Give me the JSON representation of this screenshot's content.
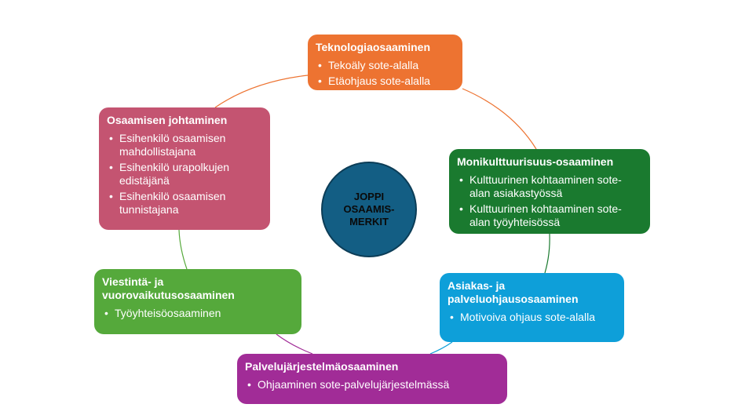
{
  "center": {
    "label": "JOPPI\nOSAAMIS-\nMERKIT"
  },
  "boxes": {
    "teknologia": {
      "title": "Teknologiaosaaminen",
      "items": [
        "Tekoäly sote-alalla",
        "Etäohjaus sote-alalla"
      ],
      "color": "#ed7331"
    },
    "monikulttuurisuus": {
      "title": "Monikulttuurisuus-osaaminen",
      "items": [
        "Kulttuurinen kohtaaminen sote-alan asiakastyössä",
        "Kulttuurinen kohtaaminen sote-alan työyhteisössä"
      ],
      "color": "#1a7a2f"
    },
    "asiakas": {
      "title": "Asiakas- ja palveluohjausosaaminen",
      "items": [
        "Motivoiva ohjaus sote-alalla"
      ],
      "color": "#0e9fd9"
    },
    "palvelu": {
      "title": "Palvelujärjestelmäosaaminen",
      "items": [
        "Ohjaaminen sote-palvelujärjestelmässä"
      ],
      "color": "#a12c97"
    },
    "viestinta": {
      "title": "Viestintä- ja vuorovaikutusosaaminen",
      "items": [
        "Työyhteisöosaaminen"
      ],
      "color": "#55a93b"
    },
    "osaaminen": {
      "title": "Osaamisen johtaminen",
      "items": [
        "Esihenkilö osaamisen mahdollistajana",
        "Esihenkilö urapolkujen edistäjänä",
        "Esihenkilö osaamisen tunnistajana"
      ],
      "color": "#c45471"
    }
  }
}
